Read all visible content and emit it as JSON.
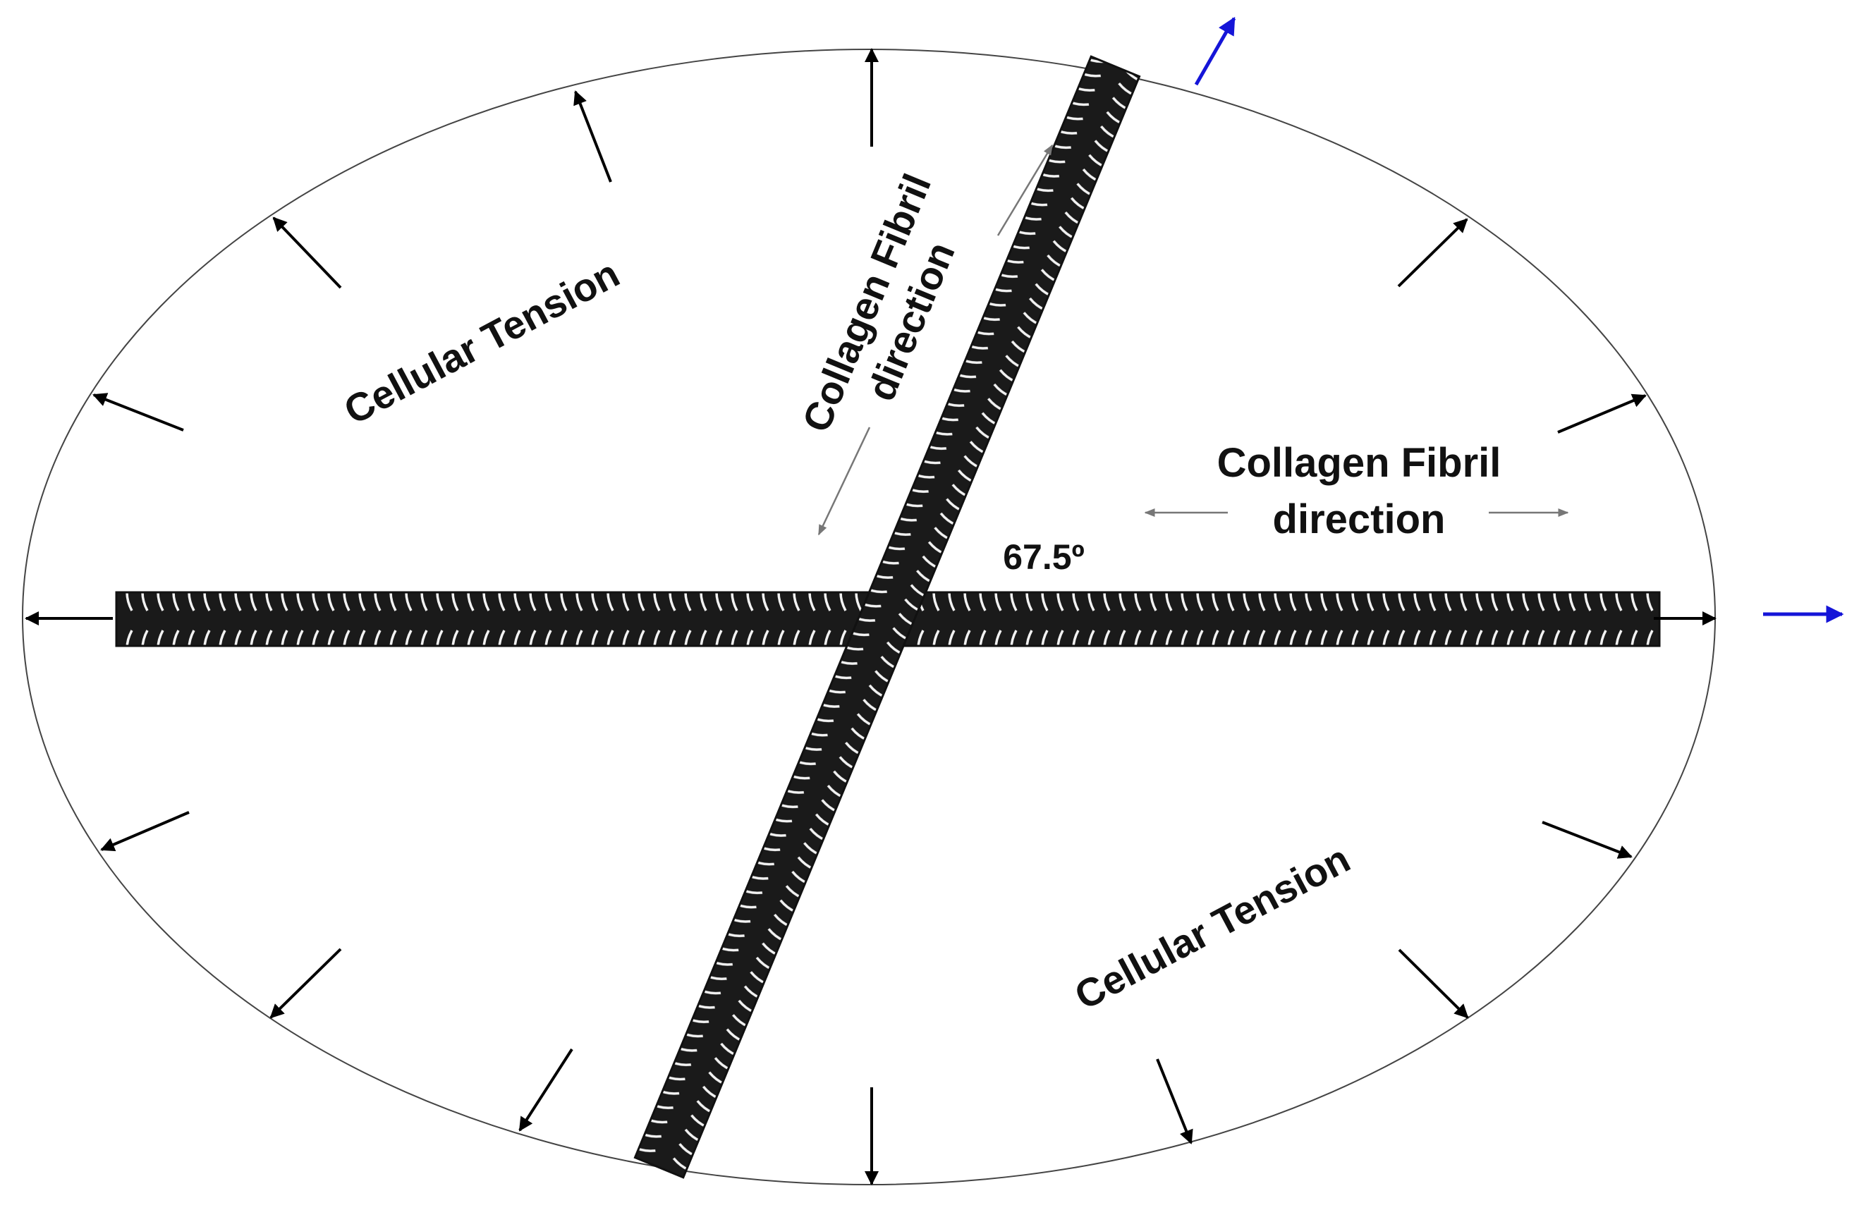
{
  "labels": {
    "tension_upper": "Cellular Tension",
    "tension_lower": "Cellular Tension",
    "fibril_diag_line1": "Collagen Fibril",
    "fibril_diag_line2": "direction",
    "fibril_horiz_line1": "Collagen Fibril",
    "fibril_horiz_line2": "direction",
    "angle": "67.5º"
  },
  "fibril_angle_deg": 67.5,
  "colors": {
    "outline": "#444444",
    "tension_arrow": "#000000",
    "stretch_arrow": "#1515d8",
    "fibril_fill": "#1a1a1a",
    "fibril_band": "#f2f2f2",
    "direction_arrow": "#777777"
  }
}
